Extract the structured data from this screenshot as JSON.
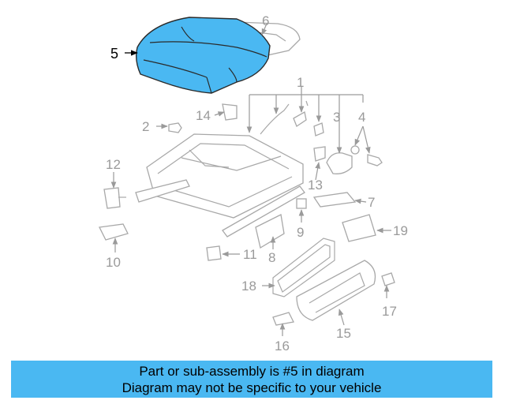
{
  "colors": {
    "highlight": "#4ab8f2",
    "banner": "#4ab8f2",
    "part_line": "#a8a8a8",
    "callout": "#9a9a9a"
  },
  "callouts": {
    "c1": "1",
    "c2": "2",
    "c3": "3",
    "c4": "4",
    "c5": "5",
    "c6": "6",
    "c7": "7",
    "c8": "8",
    "c9": "9",
    "c10": "10",
    "c11": "11",
    "c12": "12",
    "c13": "13",
    "c14": "14",
    "c15": "15",
    "c16": "16",
    "c17": "17",
    "c18": "18",
    "c19": "19"
  },
  "banner": {
    "line1": "Part or sub-assembly is #5 in diagram",
    "line2": "Diagram may not be specific to your vehicle"
  }
}
